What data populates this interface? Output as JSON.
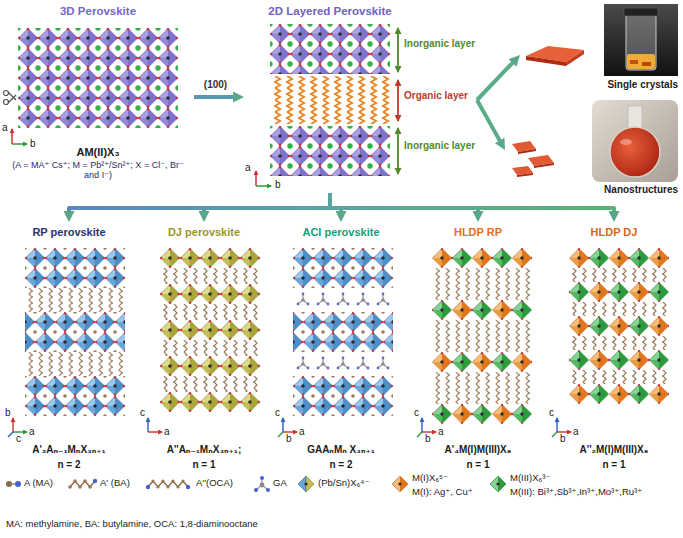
{
  "diagram": {
    "nodes": [
      {
        "text": [
          "3D Perovskite",
          "AM(II)X₃",
          "(A = MA⁺ Cs⁺; M = Pb²⁺/Sn²⁺; X = Cl⁻, Br⁻ and I⁻)"
        ]
      },
      {
        "text": [
          "2D Layered Perovskite",
          "Inorganic layer",
          "Organic layer",
          "Inorganic layer"
        ]
      },
      {
        "text": [
          "Single crystals"
        ]
      },
      {
        "text": [
          "Nanostructures"
        ]
      },
      {
        "text": [
          "RP perovskite",
          "A'₂Aₙ₋₁MₙX₃ₙ₊₁",
          "n = 2"
        ]
      },
      {
        "text": [
          "DJ perovskite",
          "A''Aₙ₋₁MₙX₃ₙ₊₁;",
          "n = 1"
        ]
      },
      {
        "text": [
          "ACI perovskite",
          "GAAₙMₙ X₃ₙ₊₁",
          "n = 2"
        ]
      },
      {
        "text": [
          "HLDP RP",
          "A'₄M(I)M(III)X₈",
          "n = 1"
        ]
      },
      {
        "text": [
          "HLDP DJ",
          "A''₂M(I)M(III)X₈",
          "n = 1"
        ]
      }
    ],
    "edges": [
      {
        "from": 0,
        "to": 1,
        "label": "(100)",
        "arrow": "to"
      },
      {
        "from": 1,
        "to": 2,
        "arrow": "to"
      },
      {
        "from": 1,
        "to": 3,
        "arrow": "to"
      },
      {
        "from": 1,
        "to": 4,
        "arrow": "to"
      },
      {
        "from": 1,
        "to": 5,
        "arrow": "to"
      },
      {
        "from": 1,
        "to": 6,
        "arrow": "to"
      },
      {
        "from": 1,
        "to": 7,
        "arrow": "to"
      },
      {
        "from": 1,
        "to": 8,
        "arrow": "to"
      }
    ],
    "labels": [
      "a",
      "b",
      "a",
      "b",
      "b",
      "a",
      "c",
      "c",
      "a",
      "c",
      "a",
      "b",
      "c",
      "a",
      "b",
      "c",
      "a",
      "b",
      "MA: methylamine, BA: butylamine, OCA: 1,8-diaminooctane"
    ],
    "legend": [
      {
        "text": "A (MA)"
      },
      {
        "text": "A' (BA)"
      },
      {
        "text": "A''(OCA)"
      },
      {
        "text": "GA"
      },
      {
        "text": "(Pb/Sn)X₆⁴⁻"
      },
      {
        "text": "M(I)X₆⁵⁻"
      },
      {
        "text": "M(I): Ag⁺, Cu⁺"
      },
      {
        "text": "M(III)X₆³⁻"
      },
      {
        "text": "M(III): Bi³⁺,Sb³⁺,In³⁺,Mo³⁺,Ru³⁺"
      }
    ]
  }
}
